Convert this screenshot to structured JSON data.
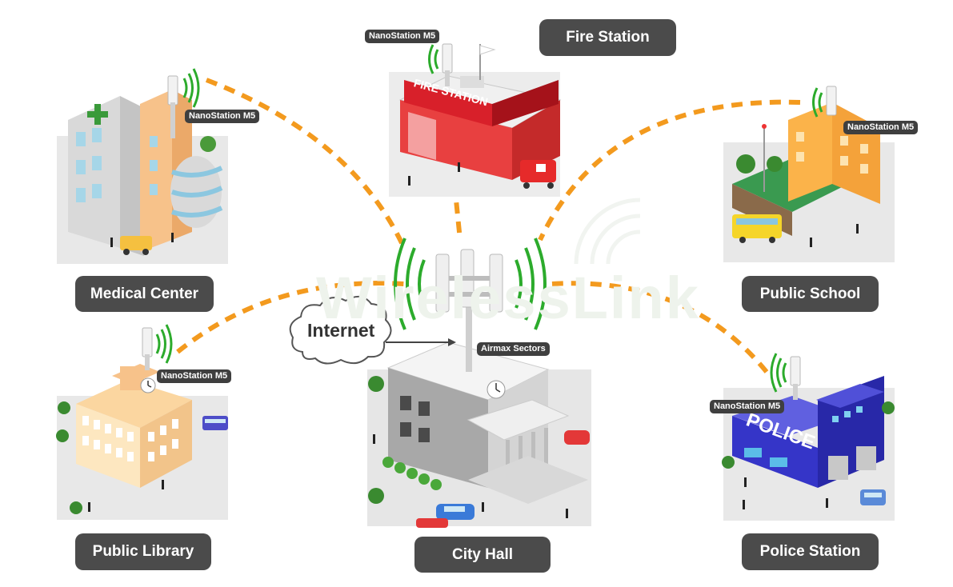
{
  "diagram": {
    "buildings": {
      "medical_center": "Medical Center",
      "fire_station": "Fire Station",
      "public_school": "Public School",
      "public_library": "Public Library",
      "city_hall": "City Hall",
      "police_station": "Police Station"
    },
    "device_tags": {
      "medical": "NanoStation M5",
      "fire": "NanoStation M5",
      "school": "NanoStation M5",
      "library": "NanoStation M5",
      "police": "NanoStation M5",
      "city_hall": "Airmax Sectors"
    },
    "cloud_label": "Internet",
    "signs": {
      "fire_building": "FIRE STATION",
      "police_building": "POLICE"
    },
    "watermark": "WirelessLink"
  },
  "colors": {
    "link_line": "#f39a1e",
    "signal_arc": "#2cab2c",
    "label_bg": "#4b4b4b",
    "fire_red": "#d8202a",
    "police_blue": "#3535c8"
  },
  "icons": [
    "cloud-icon",
    "antenna-icon",
    "signal-wave-icon",
    "clock-icon",
    "tree-icon",
    "car-icon",
    "bus-icon",
    "person-icon",
    "medical-cross-icon"
  ]
}
